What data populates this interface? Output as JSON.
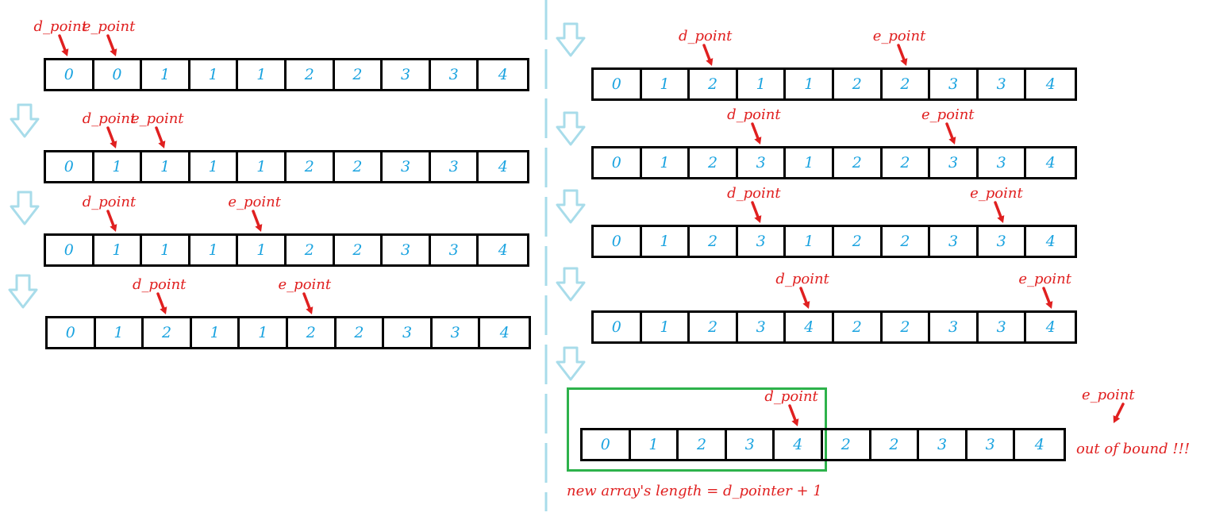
{
  "labels": {
    "d": "d_point",
    "e": "e_point"
  },
  "steps": [
    {
      "values": [
        "0",
        "0",
        "1",
        "1",
        "1",
        "2",
        "2",
        "3",
        "3",
        "4"
      ],
      "d_index": 0,
      "e_index": 1
    },
    {
      "values": [
        "0",
        "1",
        "1",
        "1",
        "1",
        "2",
        "2",
        "3",
        "3",
        "4"
      ],
      "d_index": 1,
      "e_index": 2
    },
    {
      "values": [
        "0",
        "1",
        "1",
        "1",
        "1",
        "2",
        "2",
        "3",
        "3",
        "4"
      ],
      "d_index": 1,
      "e_index": 4
    },
    {
      "values": [
        "0",
        "1",
        "2",
        "1",
        "1",
        "2",
        "2",
        "3",
        "3",
        "4"
      ],
      "d_index": 2,
      "e_index": 5
    },
    {
      "values": [
        "0",
        "1",
        "2",
        "1",
        "1",
        "2",
        "2",
        "3",
        "3",
        "4"
      ],
      "d_index": 2,
      "e_index": 6
    },
    {
      "values": [
        "0",
        "1",
        "2",
        "3",
        "1",
        "2",
        "2",
        "3",
        "3",
        "4"
      ],
      "d_index": 3,
      "e_index": 7
    },
    {
      "values": [
        "0",
        "1",
        "2",
        "3",
        "1",
        "2",
        "2",
        "3",
        "3",
        "4"
      ],
      "d_index": 3,
      "e_index": 8
    },
    {
      "values": [
        "0",
        "1",
        "2",
        "3",
        "4",
        "2",
        "2",
        "3",
        "3",
        "4"
      ],
      "d_index": 4,
      "e_index": 9
    },
    {
      "values": [
        "0",
        "1",
        "2",
        "3",
        "4",
        "2",
        "2",
        "3",
        "3",
        "4"
      ],
      "d_index": 4,
      "e_index": 10
    }
  ],
  "out_of_bound": "out of bound !!!",
  "formula": "new array's length = d_pointer + 1",
  "colors": {
    "pointer": "#e02020",
    "value": "#1aa3e0",
    "down_arrow": "#a8dcea",
    "divider": "#a8dcea",
    "highlight": "#2db24b"
  }
}
